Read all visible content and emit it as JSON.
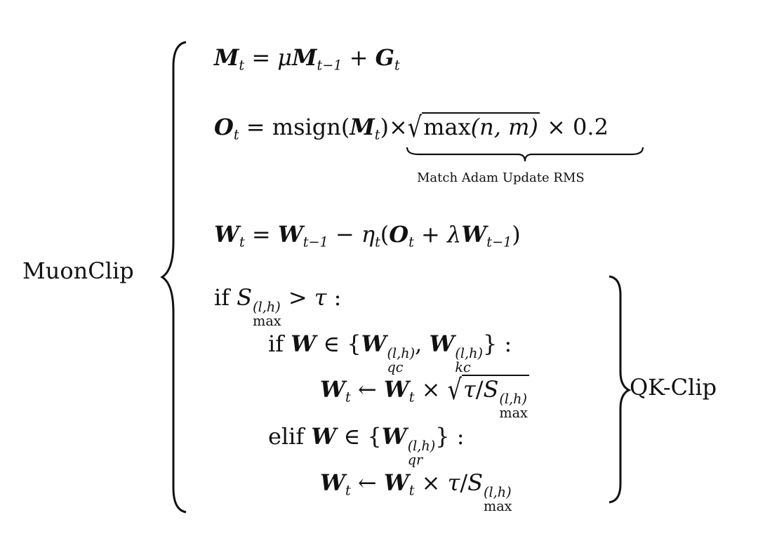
{
  "labels": {
    "muonclip": "MuonClip",
    "qkclip": "QK-Clip",
    "match_note": "Match Adam Update RMS"
  },
  "symbols": {
    "M": "M",
    "G": "G",
    "O": "O",
    "W": "W",
    "S": "S",
    "t": "t",
    "tm1": "t−1",
    "mu": "μ",
    "eta": "η",
    "lambda": "λ",
    "tau": "τ",
    "msign": "msign",
    "max": "max",
    "max_args": "(n, m)",
    "times": "×",
    "const": "0.2",
    "eq": "=",
    "plus": "+",
    "minus": "−",
    "larr": "←",
    "gt": ">",
    "in": "∈",
    "if": "if",
    "elif": "elif",
    "colon": ":",
    "lh": "(l,h)",
    "sub_max": "max",
    "qc": "qc",
    "kc": "kc",
    "qr": "qr"
  },
  "colors": {
    "ink": "#111111",
    "background": "#ffffff"
  }
}
